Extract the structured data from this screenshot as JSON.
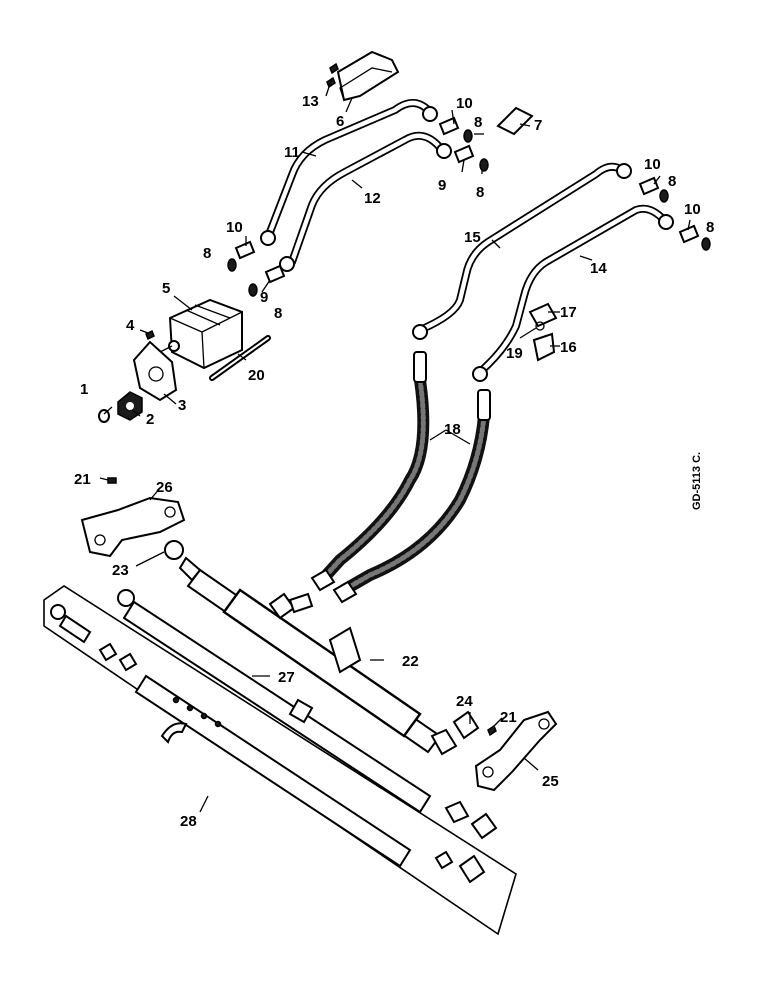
{
  "drawing_code": "GD-5113 C.",
  "callouts": {
    "c1": "1",
    "c2": "2",
    "c3": "3",
    "c4": "4",
    "c5": "5",
    "c6": "6",
    "c7": "7",
    "c8": "8",
    "c9": "9",
    "c10": "10",
    "c11": "11",
    "c12": "12",
    "c13": "13",
    "c14": "14",
    "c15": "15",
    "c16": "16",
    "c17": "17",
    "c18": "18",
    "c19": "19",
    "c20": "20",
    "c21": "21",
    "c22": "22",
    "c23": "23",
    "c24": "24",
    "c25": "25",
    "c26": "26",
    "c27": "27",
    "c28": "28"
  }
}
